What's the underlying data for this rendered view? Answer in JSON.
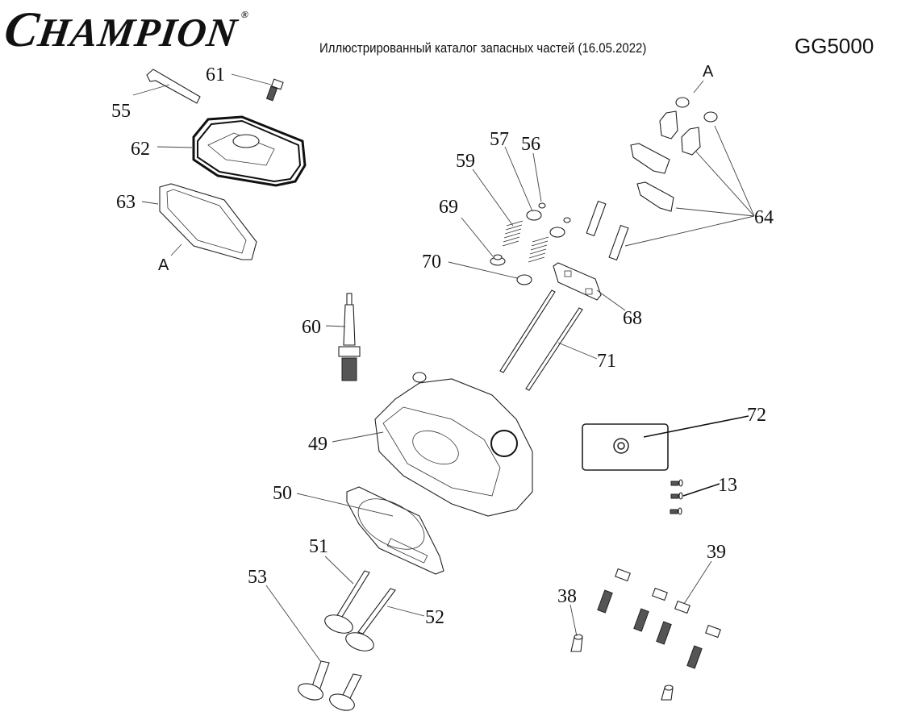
{
  "header": {
    "brand": "CHAMPION",
    "brand_first_letter": "C",
    "brand_rest": "HAMPION",
    "registered_mark": "®",
    "catalog_title": "Иллюстрированный каталог запасных частей (16.05.2022)",
    "model": "GG5000"
  },
  "diagram": {
    "title": "Cylinder head assembly exploded view",
    "callouts": [
      {
        "id": "55",
        "label": "55"
      },
      {
        "id": "61",
        "label": "61"
      },
      {
        "id": "62",
        "label": "62"
      },
      {
        "id": "63",
        "label": "63"
      },
      {
        "id": "A_left",
        "label": "A"
      },
      {
        "id": "A_right",
        "label": "A"
      },
      {
        "id": "57",
        "label": "57"
      },
      {
        "id": "56",
        "label": "56"
      },
      {
        "id": "59",
        "label": "59"
      },
      {
        "id": "69",
        "label": "69"
      },
      {
        "id": "70",
        "label": "70"
      },
      {
        "id": "64",
        "label": "64"
      },
      {
        "id": "68",
        "label": "68"
      },
      {
        "id": "60",
        "label": "60"
      },
      {
        "id": "71",
        "label": "71"
      },
      {
        "id": "72",
        "label": "72"
      },
      {
        "id": "49",
        "label": "49"
      },
      {
        "id": "13",
        "label": "13"
      },
      {
        "id": "50",
        "label": "50"
      },
      {
        "id": "51",
        "label": "51"
      },
      {
        "id": "39",
        "label": "39"
      },
      {
        "id": "53",
        "label": "53"
      },
      {
        "id": "38",
        "label": "38"
      },
      {
        "id": "52",
        "label": "52"
      }
    ]
  }
}
